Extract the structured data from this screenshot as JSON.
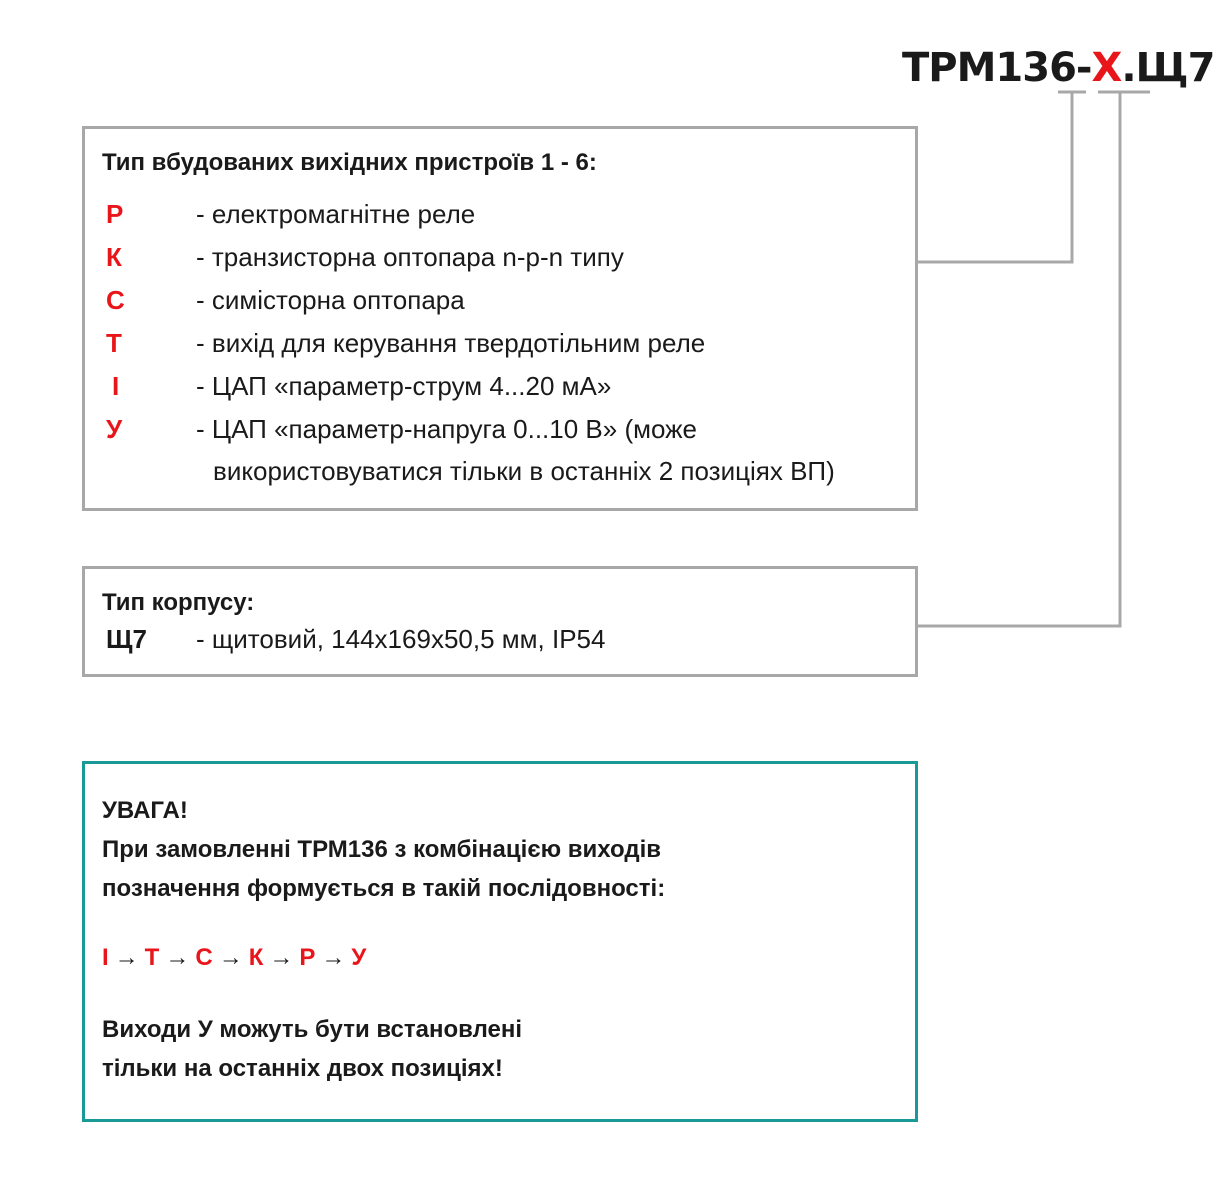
{
  "model_code": {
    "prefix": "ТРМ136-",
    "variable": "Х",
    "suffix": ".Щ7"
  },
  "outputs_box": {
    "heading": "Тип вбудованих вихідних пристроїв 1 - 6:",
    "items": [
      {
        "code": "Р",
        "description": "- електромагнітне реле"
      },
      {
        "code": "К",
        "description": "- транзисторна оптопара n-p-n типу"
      },
      {
        "code": "С",
        "description": "- симісторна оптопара"
      },
      {
        "code": "Т",
        "description": "- вихід для керування твердотільним реле"
      },
      {
        "code": "І",
        "description": "- ЦАП «параметр-струм 4...20 мА»"
      },
      {
        "code": "У",
        "description": "- ЦАП «параметр-напруга 0...10 В» (може",
        "continuation": "використовуватися тільки в останніх 2 позиціях ВП)"
      }
    ]
  },
  "housing_box": {
    "heading": "Тип корпусу:",
    "code": "Щ7",
    "description": "- щитовий, 144х169х50,5 мм, IP54"
  },
  "warning_box": {
    "title": "УВАГА!",
    "line1": "При замовленні ТРМ136 з комбінацією виходів",
    "line2": "позначення формується в такій послідовності:",
    "sequence": [
      "І",
      "Т",
      "С",
      "К",
      "Р",
      "У"
    ],
    "arrow": "→",
    "note_line1": "Виходи У можуть бути встановлені",
    "note_line2": "тільки на останніх двох позиціях!"
  },
  "colors": {
    "accent_red": "#e8161b",
    "box_border_gray": "#a8a8a8",
    "warning_border_teal": "#1a9a97",
    "text": "#1a1a1a"
  }
}
